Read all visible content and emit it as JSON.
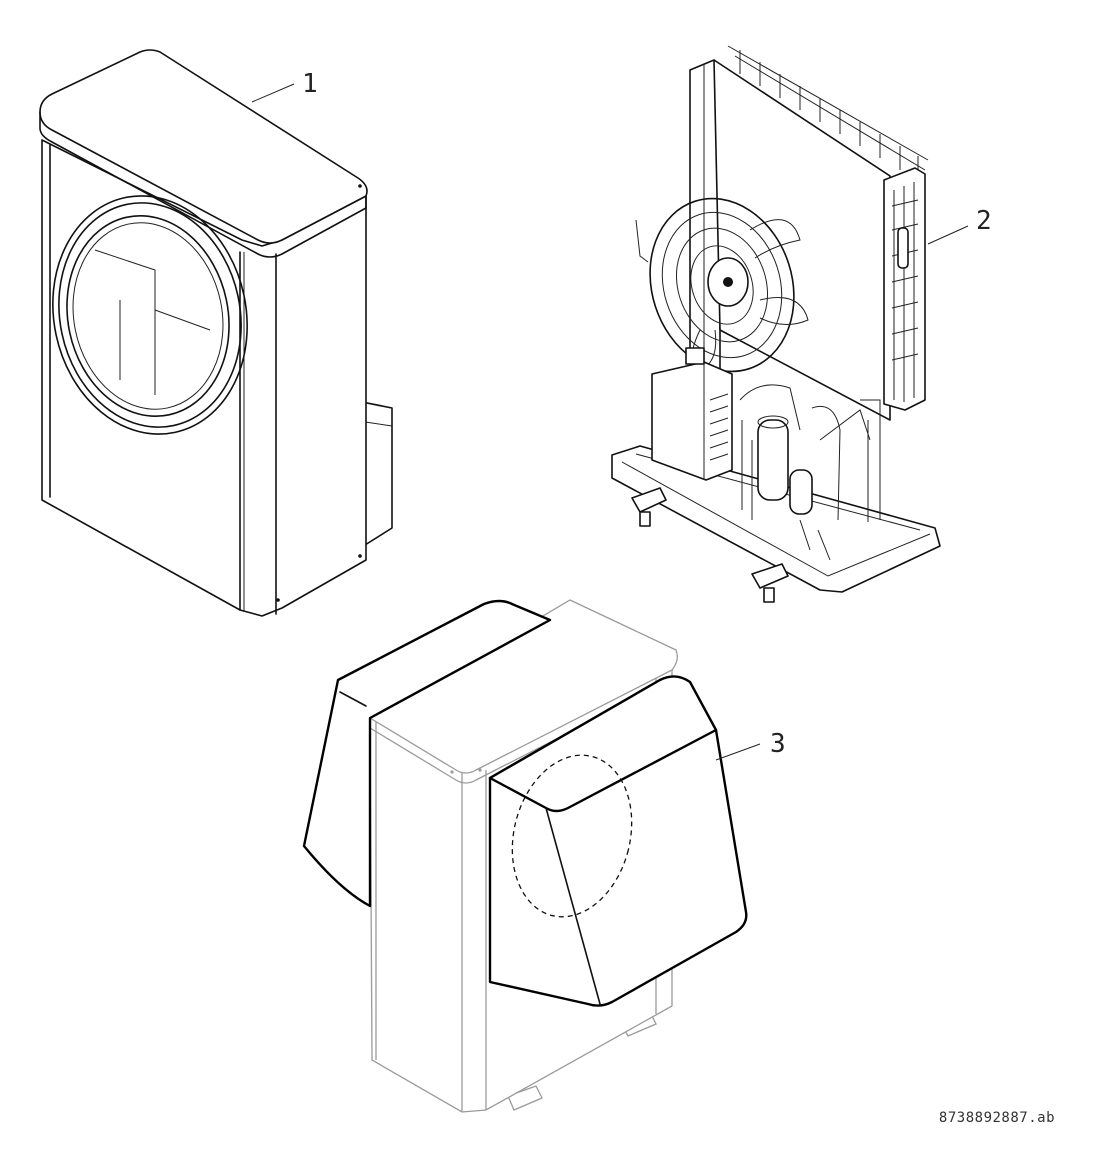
{
  "callouts": {
    "c1": "1",
    "c2": "2",
    "c3": "3"
  },
  "document_id": "8738892887.ab",
  "colors": {
    "line": "#111111",
    "ghost": "#9a9a9a",
    "background": "#ffffff"
  }
}
